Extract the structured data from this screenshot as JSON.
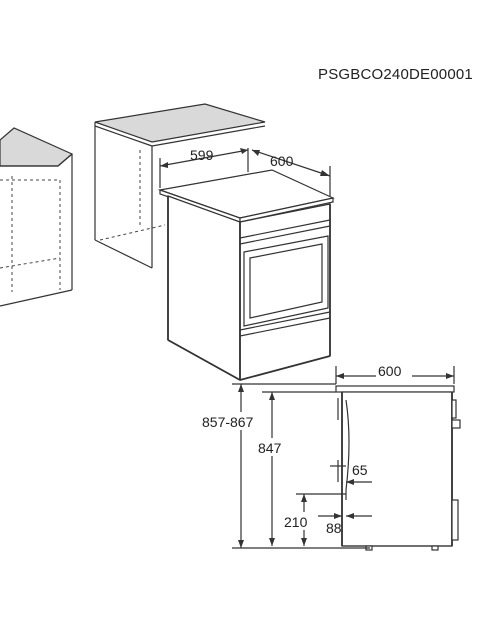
{
  "model_code": "PSGBCO240DE00001",
  "dimensions": {
    "width_top": "599",
    "depth_top": "600",
    "depth_side": "600",
    "height_range": "857-867",
    "height": "847",
    "offset_65": "65",
    "plinth_210": "210",
    "offset_88": "88"
  }
}
